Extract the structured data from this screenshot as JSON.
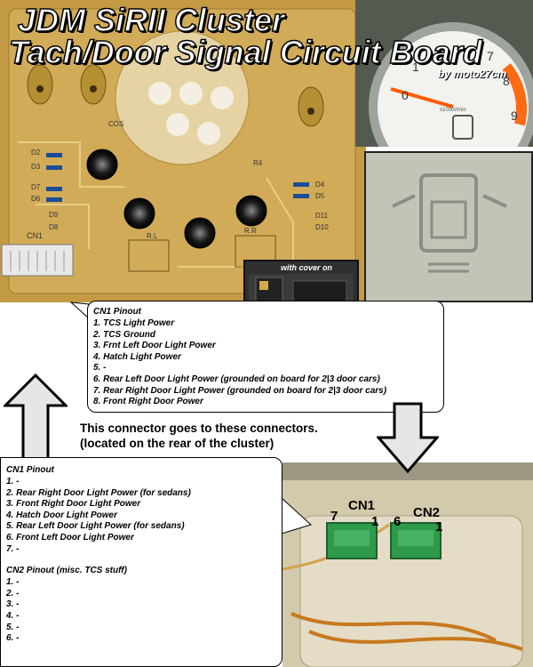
{
  "title": {
    "line1": "JDM SiRII Cluster",
    "line2": "Tach/Door Signal Circuit Board",
    "credit": "by moto27cm"
  },
  "inset_label": "with cover on",
  "board_labels": [
    "CN1",
    "D2",
    "D3",
    "D7",
    "D6",
    "D9",
    "D8",
    "D4",
    "D5",
    "D11",
    "D10",
    "R.L",
    "R.R",
    "R4",
    "COS"
  ],
  "cn1_callout": {
    "heading": "CN1 Pinout",
    "lines": [
      "1. TCS Light Power",
      "2. TCS Ground",
      "3. Frnt Left Door Light Power",
      "4. Hatch Light Power",
      "5. -",
      "6. Rear Left Door Light Power (grounded on board for 2|3 door cars)",
      "7. Rear Right Door Light Power (grounded on board for 2|3 door cars)",
      "8. Front Right Door Power"
    ]
  },
  "connector_note": {
    "line1": "This connector goes to these connectors.",
    "line2": "(located on the rear of  the cluster)"
  },
  "rear_callout": {
    "cn1_heading": "CN1 Pinout",
    "cn1_lines": [
      "1. -",
      "2. Rear Right Door Light Power (for sedans)",
      "3. Front Right Door Light Power",
      "4. Hatch Door Light Power",
      "5. Rear Left Door Light Power (for sedans)",
      "6. Front Left Door Light Power",
      "7. -"
    ],
    "cn2_heading": "CN2 Pinout (misc. TCS stuff)",
    "cn2_lines": [
      "1. -",
      "2. -",
      "3. -",
      "4. -",
      "5. -",
      "6. -"
    ]
  },
  "rear_photo_labels": {
    "cn1": "CN1",
    "cn2": "CN2",
    "cn1_left": "7",
    "cn1_right": "1",
    "cn2_left": "6",
    "cn2_right": "1"
  },
  "gauge_labels": [
    "1",
    "0",
    "9",
    "8",
    "7",
    "x1000r/min"
  ],
  "colors": {
    "pcb": "#c9a24e",
    "connector_green": "#2f9a4a",
    "callout_bg": "#ffffff",
    "ink": "#000000"
  },
  "icons": [
    "arrow-up-down-icon",
    "arrow-down-icon",
    "door-ajar-icon"
  ]
}
